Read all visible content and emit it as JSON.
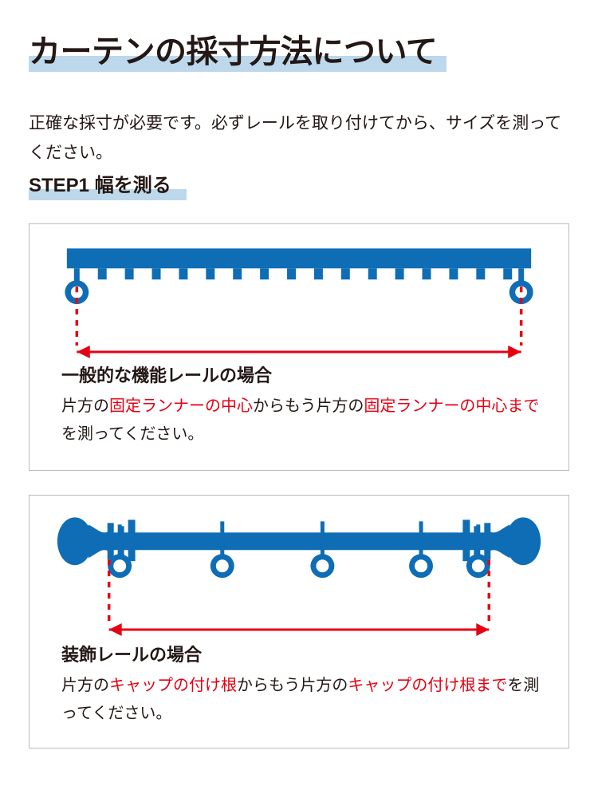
{
  "page": {
    "title": "カーテンの採寸方法について",
    "intro": "正確な採寸が必要です。必ずレールを取り付けてから、サイズを測ってください。",
    "step_heading": "STEP1 幅を測る"
  },
  "colors": {
    "rail_blue": "#0E6DB5",
    "accent_red": "#E60012",
    "highlight_blue": "#BCD8EA",
    "box_border": "#BCBCBC",
    "text_black": "#231815"
  },
  "sections": [
    {
      "id": "functional-rail",
      "diagram": {
        "name": "functional-rail-diagram",
        "rail_type": "functional",
        "inner_tab_count": 16,
        "fixed_runner_count": 2,
        "measure_from": "fixed-runner-center",
        "measure_to": "fixed-runner-center",
        "arrow_style": "double-headed",
        "guide_line_style": "dashed"
      },
      "caption_title": "一般的な機能レールの場合",
      "caption_parts": [
        {
          "text": "片方の",
          "color": "black"
        },
        {
          "text": "固定ランナーの中心",
          "color": "red"
        },
        {
          "text": "からもう片方の",
          "color": "black"
        },
        {
          "text": "固定ランナーの中心まで",
          "color": "red"
        },
        {
          "text": "を測ってください。",
          "color": "black"
        }
      ]
    },
    {
      "id": "decorative-rail",
      "diagram": {
        "name": "decorative-rail-diagram",
        "rail_type": "decorative",
        "ring_count": 5,
        "finial_count": 2,
        "measure_from": "cap-base",
        "measure_to": "cap-base",
        "arrow_style": "double-headed",
        "guide_line_style": "dashed"
      },
      "caption_title": "装飾レールの場合",
      "caption_parts": [
        {
          "text": "片方の",
          "color": "black"
        },
        {
          "text": "キャップの付け根",
          "color": "red"
        },
        {
          "text": "からもう片方の",
          "color": "black"
        },
        {
          "text": "キャップの付け根まで",
          "color": "red"
        },
        {
          "text": "を測ってください。",
          "color": "black"
        }
      ]
    }
  ]
}
